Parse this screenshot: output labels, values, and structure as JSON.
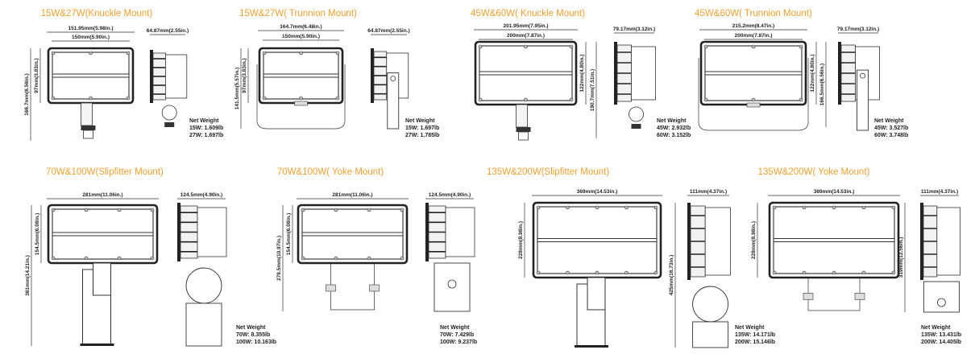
{
  "colors": {
    "title": "#f0a030",
    "line": "#222222"
  },
  "net_weight_label": "Net Weight",
  "panels": [
    {
      "title": "15W&27W(Knuckle Mount)",
      "mount": "knuckle",
      "width_outer": "151.95mm(5.98in.)",
      "width_inner": "150mm(5.90in.)",
      "depth": "64.87mm(2.55in.)",
      "height_inner": "97mm(3.83in.)",
      "height_total": "166.7mm(6.56in.)",
      "weights": [
        "15W: 1.609lb",
        "27W: 1.697lb"
      ]
    },
    {
      "title": "15W&27W( Trunnion Mount)",
      "mount": "trunnion",
      "width_outer": "164.7mm(6.48in.)",
      "width_inner": "150mm(5.90in.)",
      "depth": "64.87mm(2.55in.)",
      "height_inner": "97mm(3.83in.)",
      "height_total": "141.5mm(5.57in.)",
      "weights": [
        "15W: 1.697lb",
        "27W: 1.785lb"
      ]
    },
    {
      "title": "45W&60W( Knuckle Mount)",
      "mount": "knuckle",
      "width_outer": "201.95mm(7.95in.)",
      "width_inner": "200mm(7.87in.)",
      "depth": "79.17mm(3.12in.)",
      "height_inner": "122mm(4.80in.)",
      "height_total": "190.7mm(7.51in.)",
      "weights": [
        "45W: 2.932lb",
        "60W: 3.152lb"
      ]
    },
    {
      "title": "45W&60W( Trunnion Mount)",
      "mount": "trunnion",
      "width_outer": "215.2mm(8.47in.)",
      "width_inner": "200mm(7.87in.)",
      "depth": "79.17mm(3.12in.)",
      "height_inner": "122mm(4.80in.)",
      "height_total": "166.5mm(6.56in.)",
      "weights": [
        "45W: 3.527lb",
        "60W: 3.748lb"
      ]
    },
    {
      "title": "70W&100W(Slipfitter Mount)",
      "mount": "slipfitter",
      "width_outer": "281mm(11.06in.)",
      "depth": "124.5mm(4.90in.)",
      "height_inner": "154.5mm(6.08in.)",
      "height_total": "361mm(14.21in.)",
      "weights": [
        "70W: 8.355lb",
        "100W: 10.163lb"
      ]
    },
    {
      "title": "70W&100W( Yoke Mount)",
      "mount": "yoke",
      "width_outer": "281mm(11.06in.)",
      "depth": "124.5mm(4.90in.)",
      "height_inner": "154.5mm(6.08in.)",
      "height_total": "278.5mm(10.97in.)",
      "weights": [
        "70W: 7.429lb",
        "100W: 9.237lb"
      ]
    },
    {
      "title": "135W&200W(Slipfitter Mount)",
      "mount": "slipfitter",
      "width_outer": "369mm(14.53in.)",
      "depth": "111mm(4.37in.)",
      "height_inner": "228mm(8.98in.)",
      "height_total": "425mm(16.73in.)",
      "weights": [
        "135W: 14.171lb",
        "200W: 15.146lb"
      ]
    },
    {
      "title": "135W&200W( Yoke Mount)",
      "mount": "yoke",
      "width_outer": "369mm(14.53in.)",
      "depth": "111mm(4.37in.)",
      "height_inner": "228mm(8.98in.)",
      "height_total": "319mm(12.56in.)",
      "weights": [
        "135W: 13.431lb",
        "200W: 14.405lb"
      ]
    }
  ]
}
